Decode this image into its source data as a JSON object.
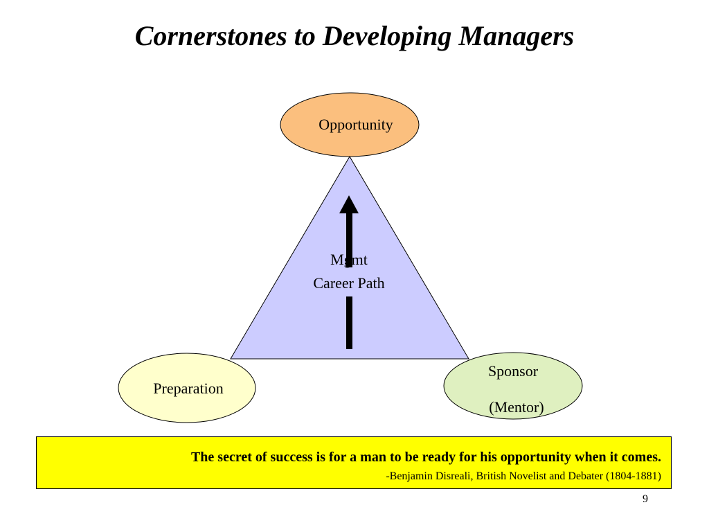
{
  "slide": {
    "title": "Cornerstones to Developing Managers",
    "page_number": "9"
  },
  "diagram": {
    "center_label_line1": "Mgmt",
    "center_label_line2": "Career Path",
    "nodes": {
      "top": {
        "label": "Opportunity",
        "fill": "#fbbf7e"
      },
      "left": {
        "label": "Preparation",
        "fill": "#ffffcc"
      },
      "right": {
        "label_line1": "Sponsor",
        "label_line2": "(Mentor)",
        "fill": "#dff0c0"
      }
    },
    "triangle_fill": "#ccccff"
  },
  "quote": {
    "text": "The secret of success is for a man to be ready for his opportunity when it comes.",
    "attribution": "-Benjamin Disreali, British Novelist and Debater (1804-1881)",
    "background": "#ffff00"
  }
}
